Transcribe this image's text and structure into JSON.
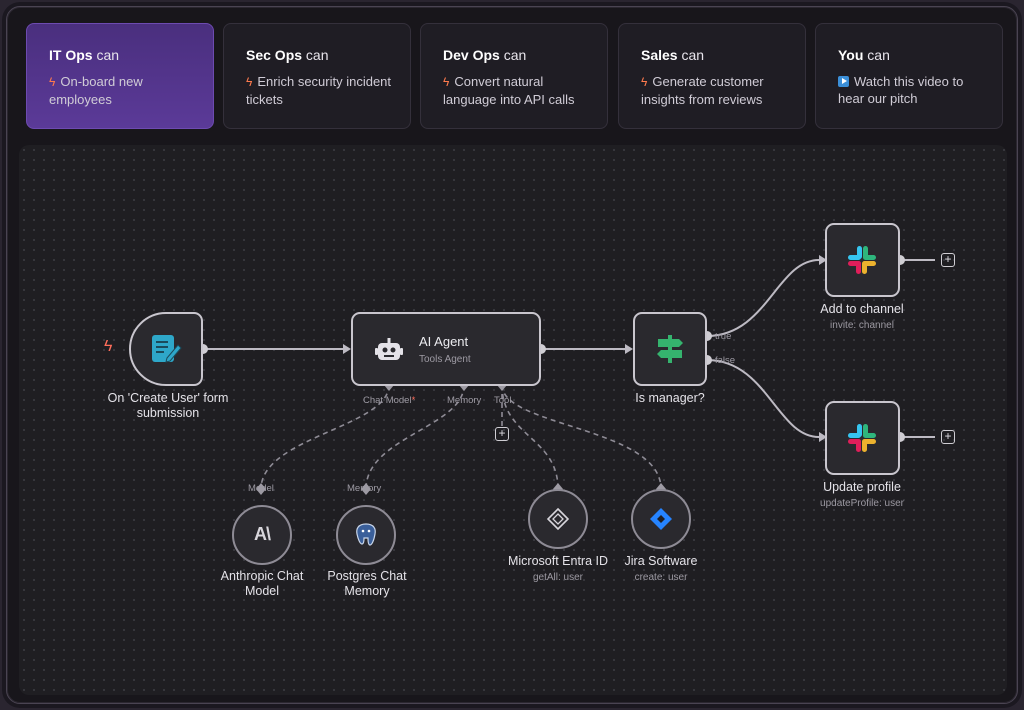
{
  "tabs": [
    {
      "team": "IT Ops",
      "can": "can",
      "desc": "On-board new employees",
      "icon": "bolt-icon",
      "active": true
    },
    {
      "team": "Sec Ops",
      "can": "can",
      "desc": "Enrich security incident tickets",
      "icon": "bolt-icon",
      "active": false
    },
    {
      "team": "Dev Ops",
      "can": "can",
      "desc": "Convert natural language into API calls",
      "icon": "bolt-icon",
      "active": false
    },
    {
      "team": "Sales",
      "can": "can",
      "desc": "Generate customer insights from reviews",
      "icon": "bolt-icon",
      "active": false
    },
    {
      "team": "You",
      "can": "can",
      "desc": "Watch this video to hear our pitch",
      "icon": "play-icon",
      "active": false
    }
  ],
  "workflow": {
    "trigger": {
      "label": "On 'Create User' form submission",
      "icon": "form-icon"
    },
    "agent": {
      "title": "AI Agent",
      "subtitle": "Tools Agent",
      "ports": {
        "chat_model": "Chat Model",
        "required_mark": "*",
        "memory": "Memory",
        "tool": "Tool"
      }
    },
    "condition": {
      "label": "Is manager?",
      "true_label": "true",
      "false_label": "false",
      "icon": "signpost-icon"
    },
    "slack_add": {
      "label": "Add to channel",
      "sub": "invite: channel",
      "icon": "slack-icon"
    },
    "slack_update": {
      "label": "Update profile",
      "sub": "updateProfile: user",
      "icon": "slack-icon"
    },
    "anthropic": {
      "label": "Anthropic Chat Model",
      "port": "Model",
      "icon": "anthropic-icon"
    },
    "postgres": {
      "label": "Postgres Chat Memory",
      "port": "Memory",
      "icon": "postgres-icon"
    },
    "entra": {
      "label": "Microsoft Entra ID",
      "sub": "getAll: user",
      "icon": "entra-icon"
    },
    "jira": {
      "label": "Jira Software",
      "sub": "create: user",
      "icon": "jira-icon"
    }
  },
  "colors": {
    "accent": "#5b3a98",
    "trigger": "#ff6d5a",
    "slack_red": "#e01e5a",
    "slack_blue": "#36c5f0",
    "slack_green": "#2eb67d",
    "slack_yellow": "#ecb22e",
    "jira": "#2684ff"
  }
}
